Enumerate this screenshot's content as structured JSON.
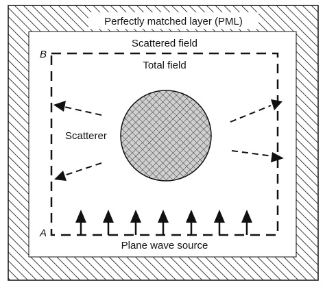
{
  "labels": {
    "pml": "Perfectly matched layer (PML)",
    "scattered_field": "Scattered field",
    "total_field": "Total field",
    "scatterer": "Scatterer",
    "plane_wave_source": "Plane wave source",
    "corner_b": "B",
    "corner_a": "A"
  },
  "colors": {
    "ink": "#111111",
    "background": "#ffffff",
    "scatterer_fill": "#cfcfcf"
  },
  "icons": {
    "source_arrow": "up-arrow-icon",
    "scattered_arrow": "dashed-arrow-icon"
  }
}
